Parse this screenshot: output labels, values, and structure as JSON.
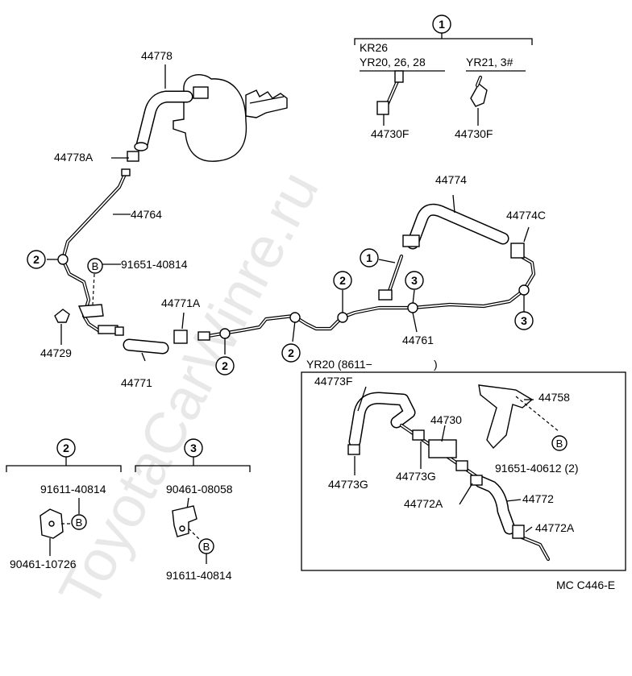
{
  "watermark": "ToyotaCarWinre.ru",
  "diagram_code": "MC C446-E",
  "parts": {
    "p44778": "44778",
    "p44778A": "44778A",
    "p44764": "44764",
    "p91651_40814": "91651-40814",
    "p44729": "44729",
    "p44771": "44771",
    "p44771A": "44771A",
    "p44774": "44774",
    "p44774C": "44774C",
    "p44761": "44761",
    "p44730F_left": "44730F",
    "p44730F_right": "44730F",
    "p44773F": "44773F",
    "p44730": "44730",
    "p44758": "44758",
    "p44773G_left": "44773G",
    "p44773G_mid": "44773G",
    "p91651_40612": "91651-40612 (2)",
    "p44772": "44772",
    "p44772A_left": "44772A",
    "p44772A_right": "44772A"
  },
  "callouts": {
    "c1": "1",
    "c2": "2",
    "c3": "3",
    "b": "B"
  },
  "group1": {
    "number": "1",
    "variant_a": [
      "KR26",
      "YR20, 26, 28"
    ],
    "variant_b": "YR21, 3#"
  },
  "inset": {
    "title": "YR20 (8611−",
    "title_close": ")"
  },
  "group2": {
    "number": "2",
    "part_top": "91611-40814",
    "part_bottom": "90461-10726"
  },
  "group3": {
    "number": "3",
    "part_top": "90461-08058",
    "part_bottom": "91611-40814"
  }
}
